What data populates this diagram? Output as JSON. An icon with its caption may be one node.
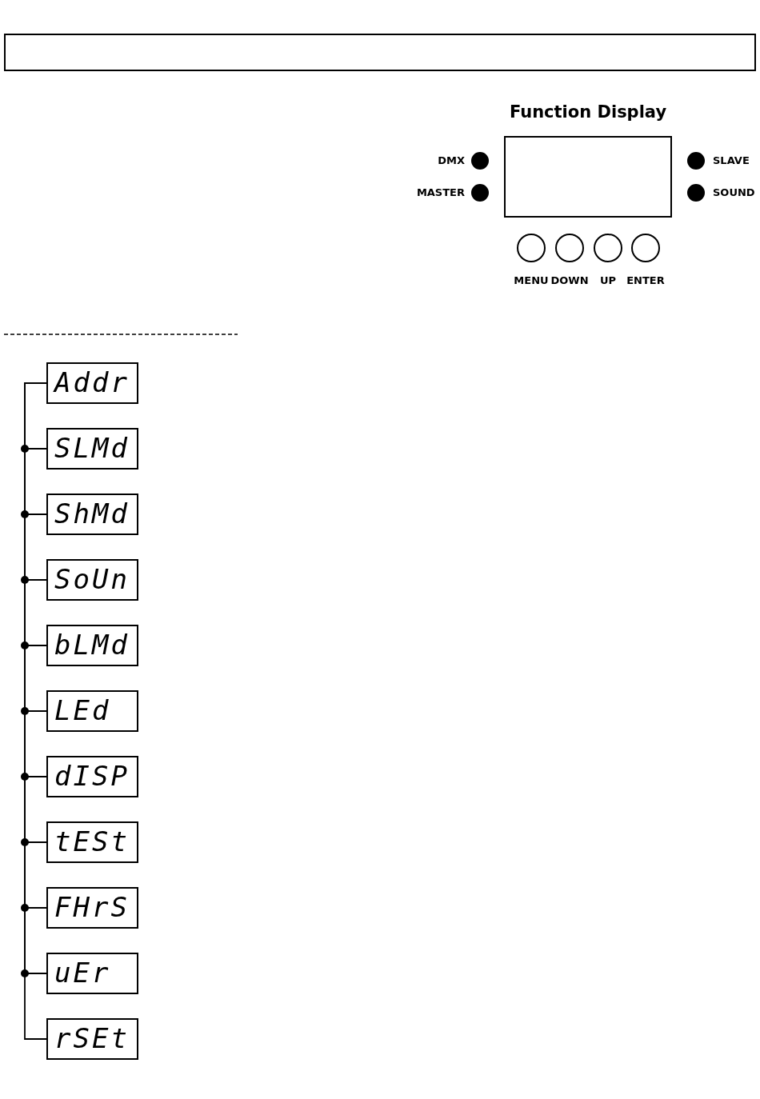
{
  "diagram": {
    "nodes": [
      {
        "text": [],
        "shape": "box"
      },
      {
        "text": [
          "Function Display"
        ]
      },
      {
        "text": [],
        "shape": "circle",
        "beside": [
          "DMX"
        ]
      },
      {
        "text": [],
        "shape": "circle",
        "beside": [
          "MASTER"
        ]
      },
      {
        "text": [],
        "shape": "circle",
        "beside": [
          "SLAVE"
        ]
      },
      {
        "text": [],
        "shape": "circle",
        "beside": [
          "SOUND"
        ]
      },
      {
        "text": [],
        "shape": "circle",
        "beside": [
          "MENU"
        ]
      },
      {
        "text": [],
        "shape": "circle",
        "beside": [
          "DOWN"
        ]
      },
      {
        "text": [],
        "shape": "circle",
        "beside": [
          "UP"
        ]
      },
      {
        "text": [],
        "shape": "circle",
        "beside": [
          "ENTER"
        ]
      },
      {
        "text": [
          "Addr"
        ]
      },
      {
        "text": [
          "SLMd"
        ]
      },
      {
        "text": [
          "ShMd"
        ]
      },
      {
        "text": [
          "SoUn"
        ]
      },
      {
        "text": [
          "bLMd"
        ]
      },
      {
        "text": [
          "LEd"
        ]
      },
      {
        "text": [
          "dISP"
        ]
      },
      {
        "text": [
          "tESt"
        ]
      },
      {
        "text": [
          "FHrS"
        ]
      },
      {
        "text": [
          "uEr"
        ]
      },
      {
        "text": [
          "rSEt"
        ]
      }
    ],
    "edges": [
      {
        "from": 10,
        "to": 11,
        "arrow": "none"
      },
      {
        "from": 10,
        "to": 12,
        "arrow": "none"
      },
      {
        "from": 10,
        "to": 13,
        "arrow": "none"
      },
      {
        "from": 10,
        "to": 14,
        "arrow": "none"
      },
      {
        "from": 10,
        "to": 15,
        "arrow": "none"
      },
      {
        "from": 10,
        "to": 16,
        "arrow": "none"
      },
      {
        "from": 10,
        "to": 17,
        "arrow": "none"
      },
      {
        "from": 10,
        "to": 18,
        "arrow": "none"
      },
      {
        "from": 10,
        "to": 19,
        "arrow": "none"
      },
      {
        "from": 10,
        "to": 20,
        "arrow": "none"
      }
    ]
  }
}
